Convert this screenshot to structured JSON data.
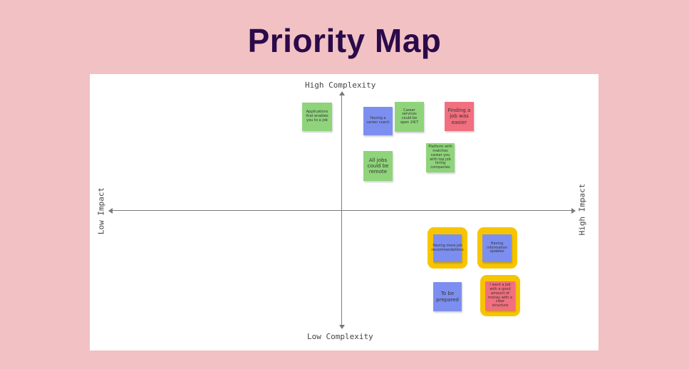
{
  "title": "Priority Map",
  "axes": {
    "top": "High Complexity",
    "bottom": "Low Complexity",
    "left": "Low Impact",
    "right": "High Impact"
  },
  "colors": {
    "background": "#f2c1c3",
    "title": "#2a0a4a",
    "green": "#8fd47a",
    "blue": "#7c8ff0",
    "red": "#f16f7e",
    "highlight": "#f7c500"
  },
  "notes": {
    "applications_text": "Applications that enables you to a job",
    "having_a_career_coach": "Having a career coach",
    "career_services": "Career services could be open 24/7",
    "finding_a_job_easier": "Finding a job was easier",
    "all_jobs_remote": "All jobs could be remote",
    "match_platform": "Platform with matches career you with top job hiring companies",
    "having_recommendations": "Having more job recommendations",
    "having_information_updates": "Having information updates",
    "to_be_prepared": "To be prepared",
    "good_job_match": "I want a job with a good amount of money with a clear structure"
  }
}
